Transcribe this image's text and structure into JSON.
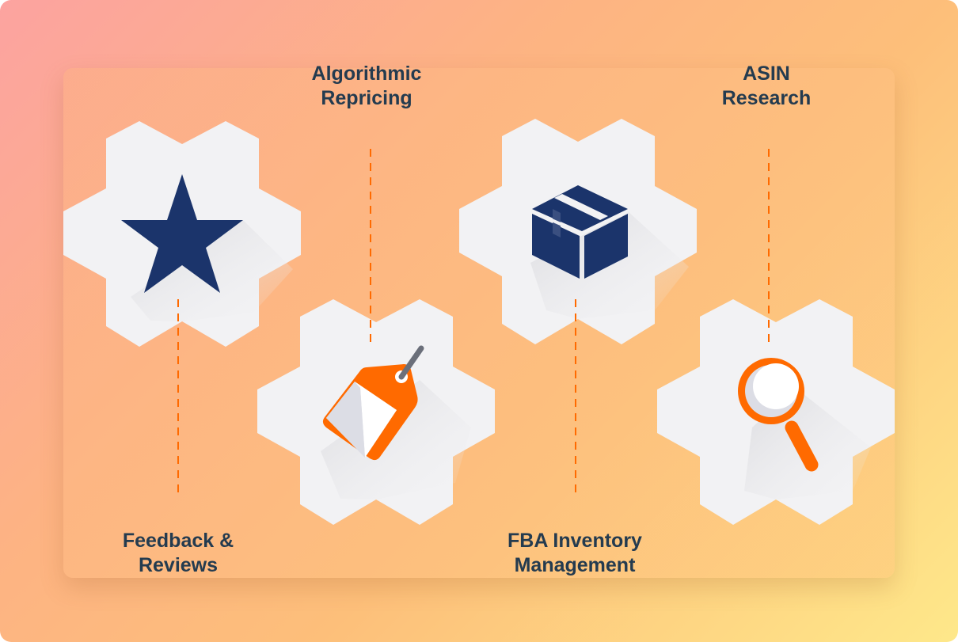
{
  "features": [
    {
      "id": "feedback",
      "label_line1": "Feedback &",
      "label_line2": "Reviews",
      "icon": "star-icon"
    },
    {
      "id": "repricing",
      "label_line1": "Algorithmic",
      "label_line2": "Repricing",
      "icon": "price-tag-icon"
    },
    {
      "id": "fba",
      "label_line1": "FBA Inventory",
      "label_line2": "Management",
      "icon": "package-box-icon"
    },
    {
      "id": "asin",
      "label_line1": "ASIN",
      "label_line2": "Research",
      "icon": "magnifier-icon"
    }
  ],
  "colors": {
    "navy": "#1b346b",
    "orange": "#ff6a00",
    "hex": "#f2f2f4",
    "text": "#243b4f"
  }
}
